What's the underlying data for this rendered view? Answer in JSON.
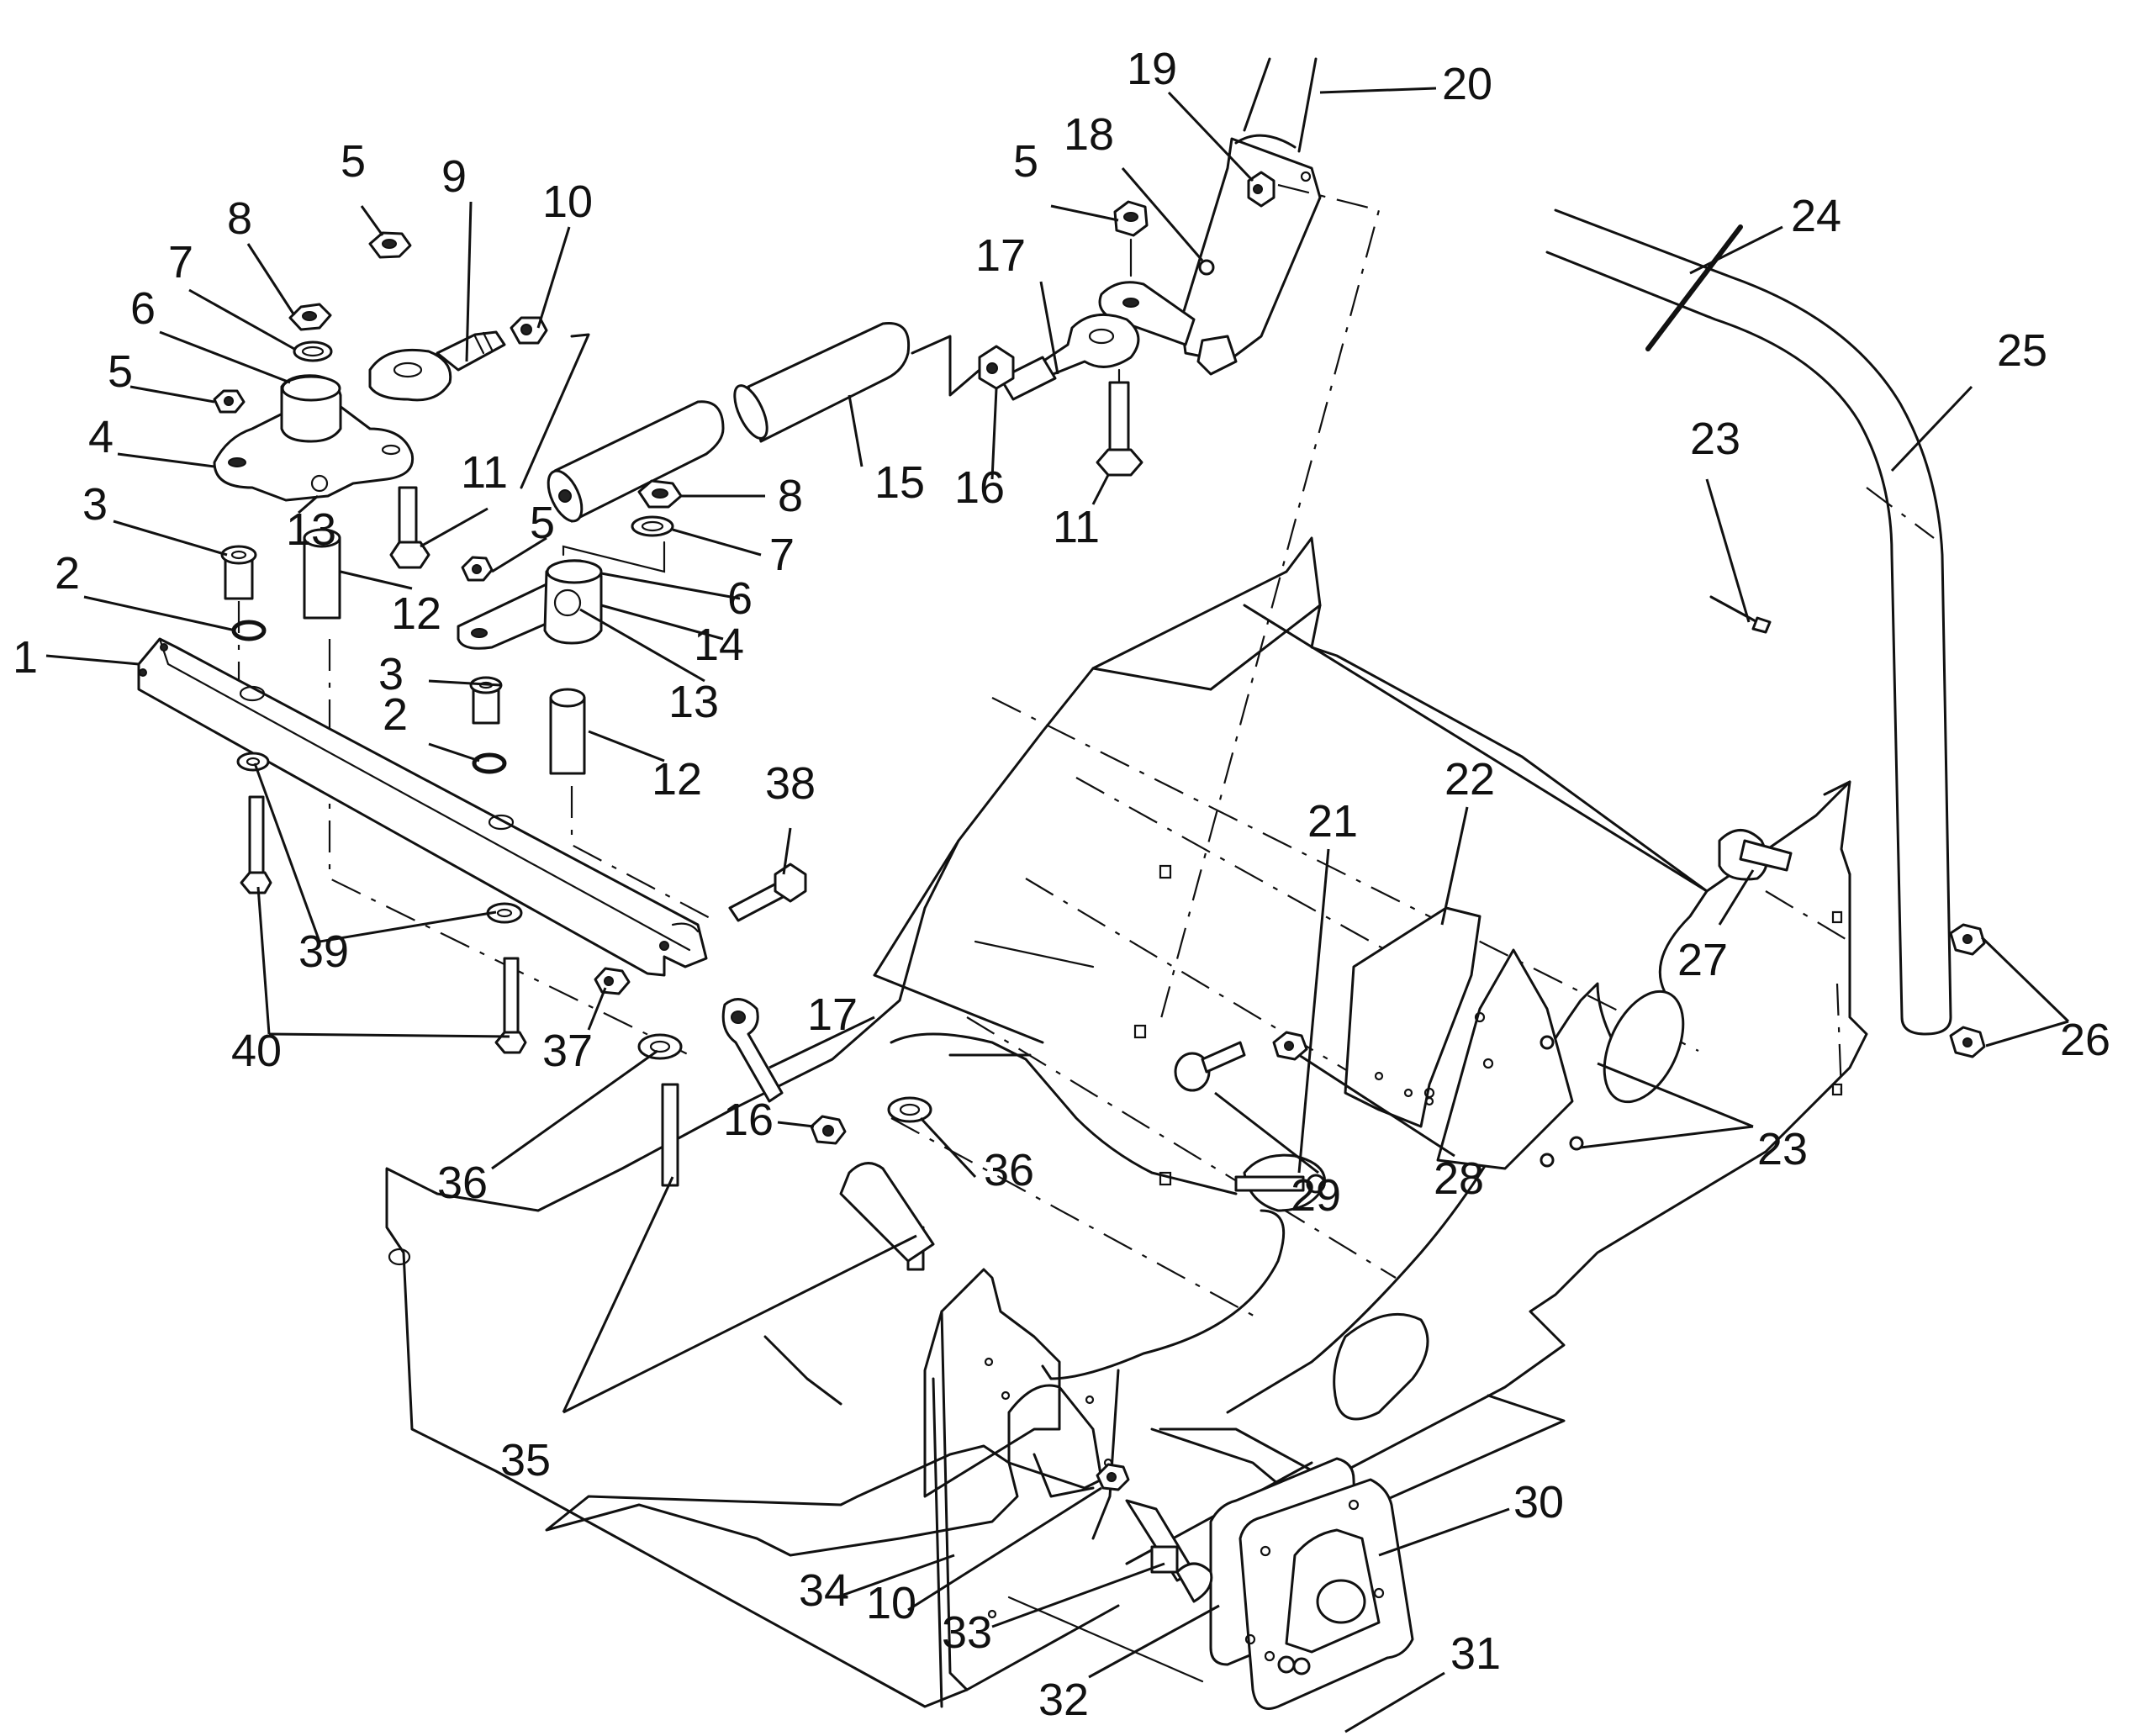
{
  "figure": {
    "type": "exploded-parts-diagram",
    "subject": "Steering / shift linkage assembly with chassis pan"
  },
  "callouts": [
    {
      "id": "c1",
      "label": "1"
    },
    {
      "id": "c2a",
      "label": "2"
    },
    {
      "id": "c3a",
      "label": "3"
    },
    {
      "id": "c4",
      "label": "4"
    },
    {
      "id": "c5a",
      "label": "5"
    },
    {
      "id": "c6a",
      "label": "6"
    },
    {
      "id": "c7a",
      "label": "7"
    },
    {
      "id": "c8a",
      "label": "8"
    },
    {
      "id": "c5b",
      "label": "5"
    },
    {
      "id": "c9",
      "label": "9"
    },
    {
      "id": "c10a",
      "label": "10"
    },
    {
      "id": "c11a",
      "label": "11"
    },
    {
      "id": "c13a",
      "label": "13"
    },
    {
      "id": "c12a",
      "label": "12"
    },
    {
      "id": "c5c",
      "label": "5"
    },
    {
      "id": "c8b",
      "label": "8"
    },
    {
      "id": "c7b",
      "label": "7"
    },
    {
      "id": "c6b",
      "label": "6"
    },
    {
      "id": "c14",
      "label": "14"
    },
    {
      "id": "c13b",
      "label": "13"
    },
    {
      "id": "c3b",
      "label": "3"
    },
    {
      "id": "c2b",
      "label": "2"
    },
    {
      "id": "c12b",
      "label": "12"
    },
    {
      "id": "c15",
      "label": "15"
    },
    {
      "id": "c16a",
      "label": "16"
    },
    {
      "id": "c17a",
      "label": "17"
    },
    {
      "id": "c11b",
      "label": "11"
    },
    {
      "id": "c5d",
      "label": "5"
    },
    {
      "id": "c18",
      "label": "18"
    },
    {
      "id": "c19",
      "label": "19"
    },
    {
      "id": "c20",
      "label": "20"
    },
    {
      "id": "c24",
      "label": "24"
    },
    {
      "id": "c25",
      "label": "25"
    },
    {
      "id": "c23a",
      "label": "23"
    },
    {
      "id": "c38",
      "label": "38"
    },
    {
      "id": "c39",
      "label": "39"
    },
    {
      "id": "c40",
      "label": "40"
    },
    {
      "id": "c37",
      "label": "37"
    },
    {
      "id": "c17b",
      "label": "17"
    },
    {
      "id": "c16b",
      "label": "16"
    },
    {
      "id": "c36a",
      "label": "36"
    },
    {
      "id": "c36b",
      "label": "36"
    },
    {
      "id": "c35",
      "label": "35"
    },
    {
      "id": "c21",
      "label": "21"
    },
    {
      "id": "c22",
      "label": "22"
    },
    {
      "id": "c27",
      "label": "27"
    },
    {
      "id": "c26",
      "label": "26"
    },
    {
      "id": "c23b",
      "label": "23"
    },
    {
      "id": "c29",
      "label": "29"
    },
    {
      "id": "c28",
      "label": "28"
    },
    {
      "id": "c30",
      "label": "30"
    },
    {
      "id": "c31",
      "label": "31"
    },
    {
      "id": "c32",
      "label": "32"
    },
    {
      "id": "c33",
      "label": "33"
    },
    {
      "id": "c10b",
      "label": "10"
    },
    {
      "id": "c34",
      "label": "34"
    }
  ]
}
